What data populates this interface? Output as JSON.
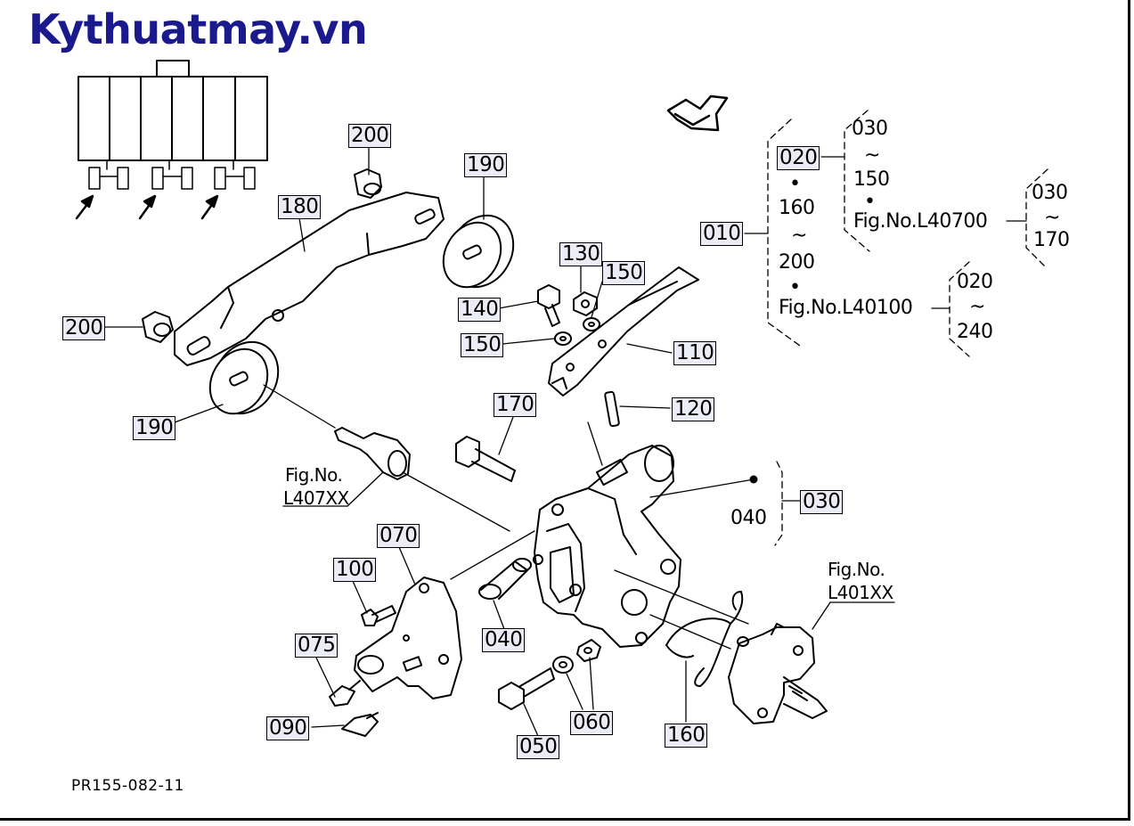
{
  "brand": "Kythuatmay.vn",
  "diagram_code": "PR155-082-11",
  "callouts": {
    "p010": "010",
    "p020": "020",
    "p030a": "030",
    "p030b": "030",
    "p030c": "030",
    "p040a": "040",
    "p040b": "040",
    "p050": "050",
    "p060": "060",
    "p070": "070",
    "p075": "075",
    "p090": "090",
    "p100": "100",
    "p110": "110",
    "p120": "120",
    "p130": "130",
    "p140": "140",
    "p150a": "150",
    "p150b": "150",
    "p150c": "150",
    "p160a": "160",
    "p160b": "160",
    "p170a": "170",
    "p170b": "170",
    "p180": "180",
    "p190a": "190",
    "p190b": "190",
    "p200a": "200",
    "p200b": "200",
    "p200c": "200",
    "p020b": "020",
    "p240": "240"
  },
  "refs": {
    "fig_no": "Fig.No.",
    "l407": "L407XX",
    "l401": "L401XX",
    "l40700": "Fig.No.L40700",
    "l40100": "Fig.No.L40100"
  },
  "symbols": {
    "tilde": "~",
    "dot": "•"
  },
  "colors": {
    "brand": "#1a1a8c",
    "callout_bg": "#ececf6",
    "line": "#000000"
  }
}
